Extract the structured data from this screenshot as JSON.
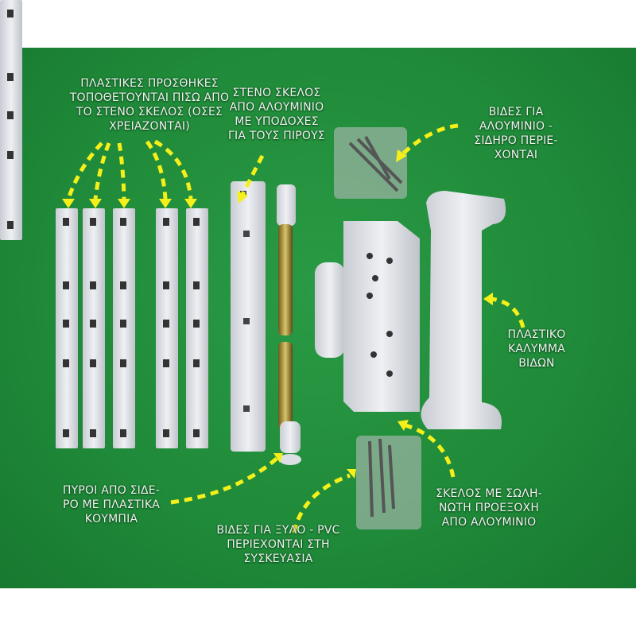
{
  "labels": {
    "plastic_inserts": "ΠΛΑΣΤΙΚΕΣ ΠΡΟΣΘΗΚΕΣ\nΤΟΠΟΘΕΤΟΥΝΤΑΙ ΠΙΣΩ ΑΠΟ\nΤΟ ΣΤΕΝΟ ΣΚΕΛΟΣ (ΟΣΕΣ\nΧΡΕΙΑΖΟΝΤΑΙ)",
    "narrow_leg": "ΣΤΕΝΟ ΣΚΕΛΟΣ\nΑΠΟ ΑΛΟΥΜΙΝΙΟ\nΜΕ ΥΠΟΔΟΧΕΣ\nΓΙΑ ΤΟΥΣ ΠΙΡΟΥΣ",
    "metal_screws": "ΒΙΔΕΣ ΓΙΑ\nΑΛΟΥΜΙΝΙΟ -\nΣΙΔΗΡΟ ΠΕΡΙΕ-\nΧΟΝΤΑΙ",
    "plastic_cover": "ΠΛΑΣΤΙΚΟ\nΚΑΛΥΜΜΑ\nΒΙΔΩΝ",
    "pins": "ΠΥΡΟΙ ΑΠΟ ΣΙΔΕ-\nΡΟ ΜΕ ΠΛΑΣΤΙΚΑ\nΚΟΥΜΠΙΑ",
    "wood_screws": "ΒΙΔΕΣ ΓΙΑ ΞΥΛΟ - PVC\nΠΕΡΙΕΧΟΝΤΑΙ ΣΤΗ\nΣΥΣΚΕΥΑΣΙΑ",
    "tubular_leg": "ΣΚΕΛΟΣ ΜΕ ΣΩΛΗ-\nΝΩΤΗ ΠΡΟΕΞΟΧΗ\nΑΠΟ ΑΛΟΥΜΙΝΙΟ"
  },
  "colors": {
    "background": "#1f8a39",
    "arrow": "#f5f01a",
    "part": "#e4e6ea"
  }
}
